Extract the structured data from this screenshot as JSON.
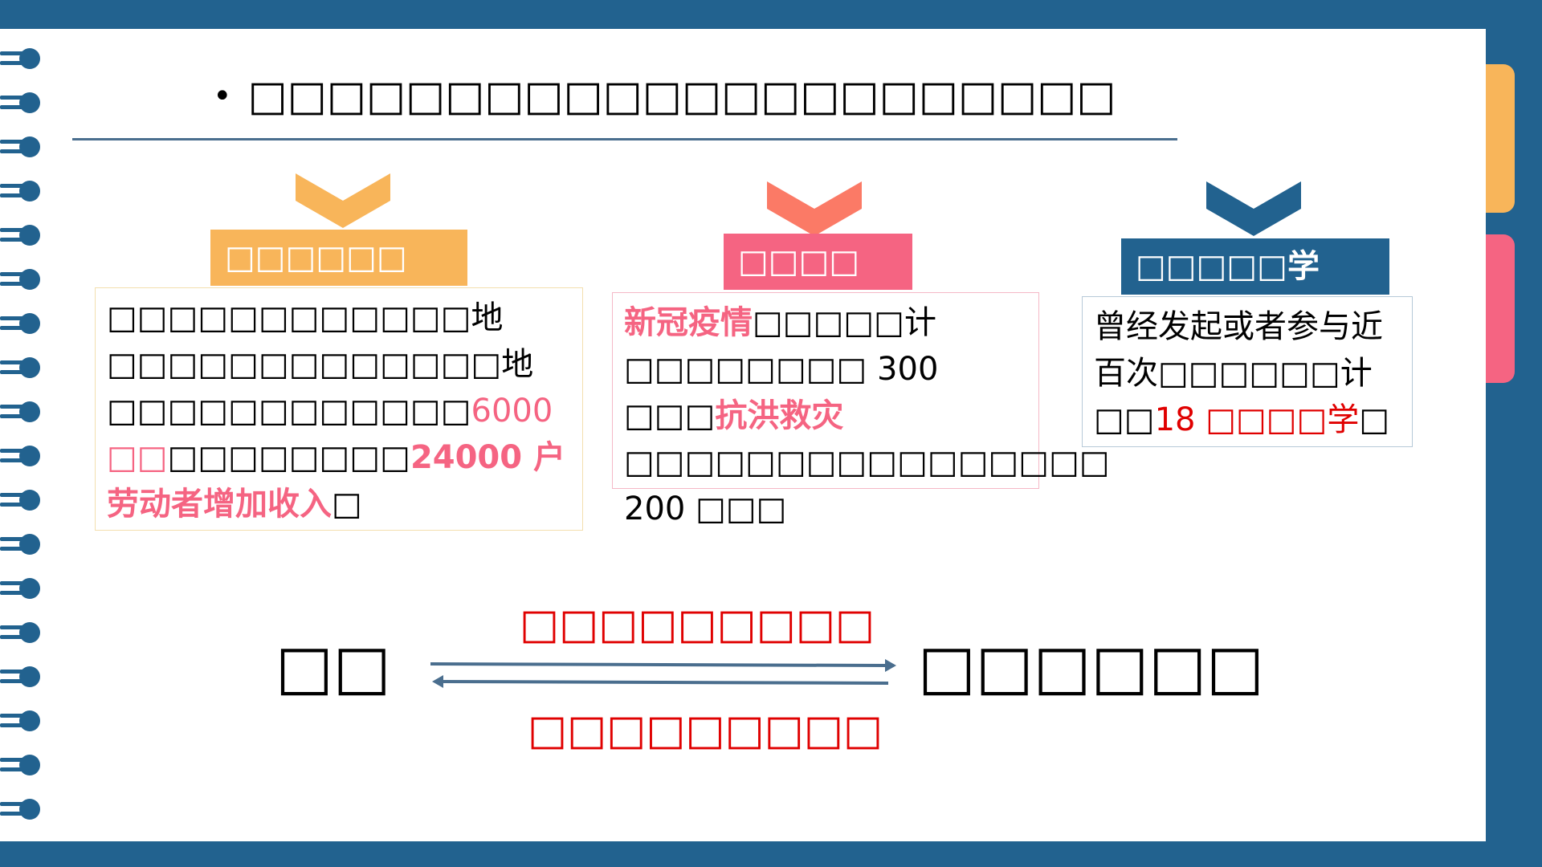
{
  "title": {
    "bullet": "•",
    "text": "□□□□□□□□□□□□□□□□□□□□□□"
  },
  "colors": {
    "frame_blue": "#22628f",
    "orange": "#f8b55a",
    "pink": "#f56482",
    "coral": "#fb7a66",
    "red_text": "#e00000"
  },
  "cards": [
    {
      "header": "□□□□□□",
      "chevron_color": "#f8b55a",
      "header_color": "#f8b55a",
      "body": {
        "p1": "□□□□□□□□□□□□地□□□□□□□□□□□□□地□□□□□□□□□□□□",
        "h1": "6000 □□",
        "p2": "□□□□□□□□",
        "h2": "24000 户劳动者增加收入",
        "p3": "□"
      }
    },
    {
      "header": "□□□□",
      "chevron_color": "#fb7a66",
      "header_color": "#f56482",
      "body": {
        "h1": "新冠疫情",
        "p1": "□□□□□计□□□□□□□□ 300 □□□",
        "h2": "抗洪救灾",
        "p2": "□□□□□□□□□□□□□□□□ 200 □□□"
      }
    },
    {
      "header": "□□□□□学",
      "chevron_color": "#22628f",
      "header_color": "#22628f",
      "body": {
        "p1": "曾经发起或者参与近百次□□□□□□计□□",
        "h1": "18 □□□□学",
        "p2": "□"
      }
    }
  ],
  "relation": {
    "left_term": "□□",
    "right_term": "□□□□□□",
    "top_label": "□□□□□□□□□",
    "bottom_label": "□□□□□□□□□"
  }
}
